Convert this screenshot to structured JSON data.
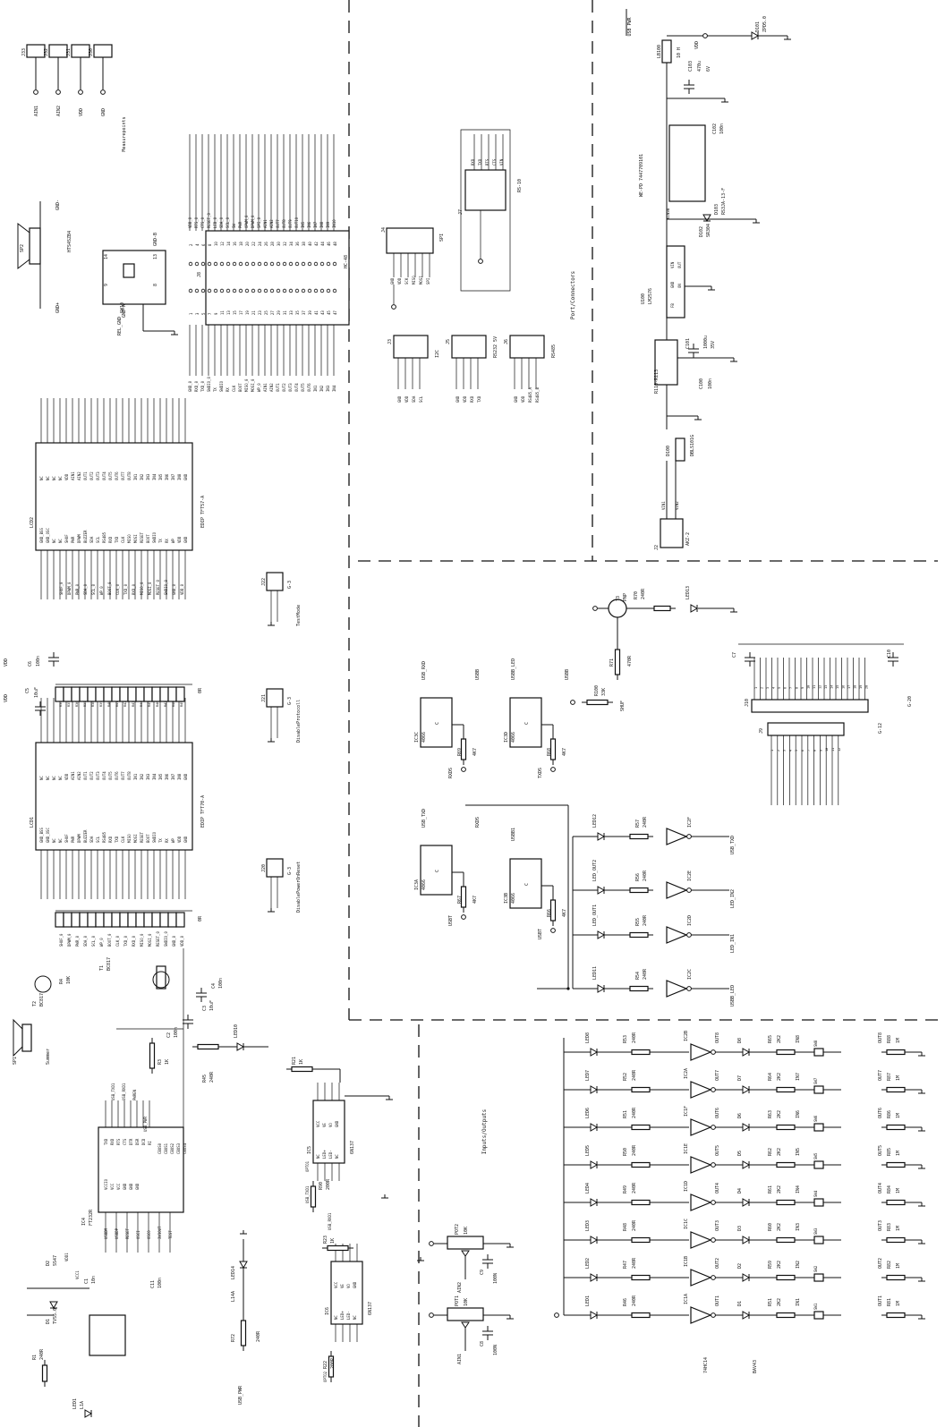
{
  "sheet": {
    "sections": {
      "port_connectors": "Port/Connectors",
      "inputs_outputs": "Inputs/Outputs",
      "measurepoints": "Measurepoints"
    },
    "measurepoints": {
      "refs": [
        "J33",
        "J32",
        "J31",
        "J30"
      ],
      "nets": [
        "AIN1",
        "AIN2",
        "VDD",
        "GND"
      ]
    },
    "speaker": {
      "ref": "SP2",
      "part": "HTS4SZB4"
    },
    "switch": {
      "ref": "SW10",
      "net": "REL_GND",
      "pins": [
        "14",
        "13",
        "9",
        "8"
      ],
      "labels": [
        "GND-A",
        "GND-B"
      ]
    },
    "headers": {
      "j8": {
        "ref": "J8",
        "part": "HC-48",
        "left_nets": [
          "GND_0",
          "RXD_0",
          "TXD_0",
          "SWDIO_0",
          "TX",
          "SWDIO",
          "RX",
          "CLK",
          "BOOT",
          "MISO_0",
          "MOSI_0",
          "WP_0",
          "AIN1",
          "AIN2",
          "OUT1",
          "OUT2",
          "OUT3",
          "OUT4",
          "OUT5",
          "OUT6",
          "IN1",
          "IN2",
          "IN3",
          "IN4"
        ],
        "right_nets": [
          "VDD_0",
          "RTS_0",
          "CTS_0",
          "RESET_0",
          "LED_0",
          "SDA_0",
          "SCL_0",
          "SW",
          "PWR",
          "OPWM_0",
          "DPWM_0",
          "SPI_0",
          "AIN1",
          "AIN2",
          "OUT7",
          "OUT8",
          "OUT9",
          "OUT10",
          "IN5",
          "IN6",
          "IN7",
          "IN8",
          "IN9",
          "IN10"
        ]
      },
      "j7": {
        "ref": "J7",
        "part": "RS-10",
        "nets": [
          "RXD",
          "TXD",
          "RTS",
          "CTS",
          "VIN"
        ]
      },
      "j4": {
        "ref": "J4",
        "part": "SPI",
        "nets": [
          "GND",
          "VDD",
          "SCK",
          "MISO",
          "MOSI",
          "SPI"
        ]
      },
      "j3": {
        "ref": "J3",
        "part": "I2C",
        "nets": [
          "GND",
          "VDD",
          "SDA",
          "SCL"
        ]
      },
      "j5": {
        "ref": "J5",
        "part": "RS232 5V",
        "nets": [
          "GND",
          "VDD",
          "RXD",
          "TXD"
        ]
      },
      "j6": {
        "ref": "J6",
        "part": "RS485",
        "nets": [
          "GND",
          "VDD",
          "RS485_A",
          "RS485_B"
        ]
      },
      "j22": {
        "ref": "J22",
        "part": "G-3",
        "label": "TestMode"
      },
      "j21": {
        "ref": "J21",
        "part": "G-3",
        "label": "DisableProtocoll"
      },
      "j20": {
        "ref": "J20",
        "part": "G-3",
        "label": "DisablePowerOnReset"
      },
      "j9": {
        "ref": "J9",
        "part": "G-12"
      },
      "j10": {
        "ref": "J10",
        "part": "G-20"
      }
    },
    "lcd": {
      "lcd2": {
        "ref": "LCD2",
        "part": "EDIP TFT57-A"
      },
      "lcd1": {
        "ref": "LCD1",
        "part": "EDIP TFT70-A"
      },
      "pins_left": [
        "NC",
        "NC",
        "NC",
        "NC",
        "VDD",
        "AIN1",
        "AIN2",
        "OUT1",
        "OUT2",
        "OUT3",
        "OUT4",
        "OUT5",
        "OUT6",
        "OUT7",
        "OUT8",
        "IN1",
        "IN2",
        "IN3",
        "IN4",
        "IN5",
        "IN6",
        "IN7",
        "IN8",
        "GND"
      ],
      "pins_right": [
        "GND_BSS",
        "GND_OSC",
        "NC",
        "NC",
        "SHUF",
        "PWR",
        "DPWM",
        "BUZZER",
        "SDA",
        "SCL",
        "RS485",
        "RXD",
        "TXD",
        "CLK",
        "MISO",
        "MOSI",
        "RESET",
        "BOOT",
        "SWDIO",
        "TX",
        "RX",
        "WP",
        "VDD",
        "GND"
      ],
      "nets_left": [
        "SHUF_0",
        "DPWM_0",
        "PWR_0",
        "SDA_0",
        "SCL_0",
        "WP_0",
        "BOOT_0",
        "CLK_0",
        "TXD_0",
        "RXD_0",
        "MISO_0",
        "MOSI_0",
        "RESET_0",
        "SWDIO_0",
        "GND_0",
        "VDD_0"
      ],
      "resistors": [
        "R34",
        "R35",
        "R36",
        "R37",
        "R38",
        "R39",
        "R40",
        "R41",
        "R42",
        "R43",
        "R44",
        "R45",
        "R46",
        "R47",
        "R48",
        "R49"
      ],
      "res_value": "0R"
    },
    "power": {
      "title": "USB PWR",
      "regulator": {
        "ref": "U100",
        "part": "LM2576",
        "pins": [
          "VIN",
          "OUT",
          "GND",
          "ON",
          "FB"
        ]
      },
      "inductor": {
        "ref": "LB100",
        "value": "10 H"
      },
      "diode_zener": {
        "ref": "D101",
        "part": "ZPD5.0"
      },
      "diode_schottky": {
        "ref": "D102",
        "part": "SR304"
      },
      "diode_d103": {
        "ref": "D103",
        "part": "RS3JA-13-F"
      },
      "bridge": {
        "ref": "D100",
        "part": "DBLS101G"
      },
      "choke": {
        "part": "WE-PD 7447709101"
      },
      "resistors": "R110-R113",
      "caps": [
        {
          "ref": "C103",
          "value": "470u",
          "v": "6V"
        },
        {
          "ref": "C102",
          "value": "100n"
        },
        {
          "ref": "C101",
          "value": "1000u",
          "v": "35V"
        },
        {
          "ref": "C100",
          "value": "100n"
        }
      ],
      "nets": [
        "VDD",
        "GND",
        "VOUT5V",
        "VIN",
        "VIN1",
        "VIN2",
        "VINSW",
        "GND"
      ],
      "connector": {
        "ref": "J2",
        "part": "AKZ-2"
      }
    },
    "ic3": {
      "ref": "IC3",
      "part": "4066",
      "units": [
        {
          "ref": "IC3C",
          "res": "R69",
          "value": "4K7",
          "nets": [
            "USB_RXD",
            "RXDS",
            "USBB"
          ]
        },
        {
          "ref": "IC3D",
          "res": "R68",
          "value": "4K7",
          "nets": [
            "USBB_LED",
            "TXDS",
            "USBB"
          ]
        },
        {
          "ref": "IC3A",
          "res": "R67",
          "value": "4K7",
          "nets": [
            "USB_TXD",
            "USBT",
            "RXDS"
          ]
        },
        {
          "ref": "IC3B",
          "res": "R66",
          "value": "4K7",
          "nets": [
            "USBB1",
            "USBT"
          ]
        }
      ]
    },
    "pnp": {
      "ref": "T3",
      "part": "PNP",
      "r_base": "R100",
      "r_base_val": "33K",
      "r_pull": "R71",
      "r_pull_val": "470R",
      "led": "LED13",
      "r_led": "R70",
      "r_led_val": "240R",
      "net": "SHUF"
    },
    "status_leds": [
      {
        "led": "LED12",
        "res": "R57",
        "value": "240R",
        "gate": "IC2F",
        "net": "USB_TXD"
      },
      {
        "led": "LED_OUT2",
        "res": "R56",
        "value": "240R",
        "gate": "IC2E",
        "net": "LED_IN2"
      },
      {
        "led": "LED_OUT1",
        "res": "R55",
        "value": "240R",
        "gate": "IC2D",
        "net": "LED_IN1"
      },
      {
        "led": "LED11",
        "res": "R54",
        "value": "240R",
        "gate": "IC2C",
        "net": "USBB_LED"
      }
    ],
    "usb": {
      "ic": {
        "ref": "IC4",
        "part": "FT232R"
      },
      "pins_left": [
        "VCCIO",
        "VCC",
        "VCC",
        "GND",
        "GND",
        "GND"
      ],
      "pins_right": [
        "TXD",
        "RXD",
        "RTS",
        "CTS",
        "DTR",
        "DSR",
        "DCD",
        "RI"
      ],
      "pins_bottom": [
        "USBDM",
        "USBDP",
        "RESET",
        "OSCI",
        "OSCO",
        "3V3OUT",
        "TEST"
      ],
      "pins_cbus": [
        "CBUS0",
        "CBUS1",
        "CBUS2",
        "CBUS3",
        "CBUS4"
      ],
      "nets": [
        "USB_TXD1",
        "USB_RXD1",
        "PWREN",
        "USB_PWR",
        "VDD1",
        "VCC1"
      ],
      "parts": [
        {
          "ref": "R1",
          "value": "240R"
        },
        {
          "ref": "LED1",
          "value": "L1A"
        },
        {
          "ref": "D1",
          "value": "TVS5.0"
        },
        {
          "ref": "D2",
          "value": "SS47"
        },
        {
          "ref": "C1",
          "value": "10n"
        },
        {
          "ref": "C11",
          "value": "100n"
        },
        {
          "ref": "C3",
          "value": "10uF"
        },
        {
          "ref": "C4",
          "value": "100n"
        },
        {
          "ref": "C2",
          "value": "100n"
        },
        {
          "ref": "R3",
          "value": "1K"
        },
        {
          "ref": "R4",
          "value": "10K"
        },
        {
          "ref": "R45",
          "value": "240R"
        },
        {
          "ref": "T1",
          "value": "BC817"
        },
        {
          "ref": "T2",
          "value": "BC817"
        }
      ],
      "buzzer": {
        "ref": "SP1",
        "label": "Summer"
      },
      "led10": "LED10"
    },
    "opto": {
      "ic5": {
        "ref": "IC5",
        "part": "6N137",
        "pins": [
          "VCC",
          "VE",
          "VO",
          "GND",
          "NC",
          "LED+",
          "LED-",
          "NC"
        ]
      },
      "ic6": {
        "ref": "IC6",
        "part": "6N137",
        "pins": [
          "VCC",
          "VE",
          "VO",
          "GND",
          "NC",
          "LED+",
          "LED-",
          "NC"
        ]
      },
      "parts": [
        {
          "ref": "R21",
          "value": "1K"
        },
        {
          "ref": "R90",
          "value": "200R"
        },
        {
          "ref": "R23",
          "value": "1K"
        },
        {
          "ref": "R22",
          "value": "200R"
        }
      ],
      "nets": [
        "USB_TXD1",
        "USB_RXD1",
        "OPTO1",
        "OPTO2"
      ]
    },
    "led14": {
      "ref": "LED14",
      "value": "L14A",
      "res": "R72",
      "res_val": "240R",
      "net": "USB_PWR"
    },
    "pots": [
      {
        "ref": "POT2",
        "value": "10K",
        "cap": "C9",
        "cap_val": "100N",
        "net": "AIN2"
      },
      {
        "ref": "POT1",
        "value": "10K",
        "cap": "C8",
        "cap_val": "100N",
        "net": "AIN1"
      }
    ],
    "io_channels": [
      {
        "led": "LED1",
        "res": "R46",
        "res_val": "240R",
        "gate": "IC1A",
        "diode": "D1",
        "r_in": "R51",
        "in_val": "2K2",
        "sw": "SW1",
        "out": "OUT1",
        "r_out": "R81",
        "out_val": "1M",
        "in": "IN1"
      },
      {
        "led": "LED2",
        "res": "R47",
        "res_val": "240R",
        "gate": "IC1B",
        "diode": "D2",
        "r_in": "R59",
        "in_val": "2K2",
        "sw": "SW2",
        "out": "OUT2",
        "r_out": "R82",
        "out_val": "1M",
        "in": "IN2"
      },
      {
        "led": "LED3",
        "res": "R48",
        "res_val": "240R",
        "gate": "IC1C",
        "diode": "D3",
        "r_in": "R60",
        "in_val": "2K2",
        "sw": "SW3",
        "out": "OUT3",
        "r_out": "R83",
        "out_val": "1M",
        "in": "IN3"
      },
      {
        "led": "LED4",
        "res": "R49",
        "res_val": "240R",
        "gate": "IC1D",
        "diode": "D4",
        "r_in": "R61",
        "in_val": "2K2",
        "sw": "SW4",
        "out": "OUT4",
        "r_out": "R84",
        "out_val": "1M",
        "in": "IN4"
      },
      {
        "led": "LED5",
        "res": "R50",
        "res_val": "240R",
        "gate": "IC1E",
        "diode": "D5",
        "r_in": "R62",
        "in_val": "2K2",
        "sw": "SW5",
        "out": "OUT5",
        "r_out": "R85",
        "out_val": "1M",
        "in": "IN5"
      },
      {
        "led": "LED6",
        "res": "R51",
        "res_val": "240R",
        "gate": "IC1F",
        "diode": "D6",
        "r_in": "R63",
        "in_val": "2K2",
        "sw": "SW6",
        "out": "OUT6",
        "r_out": "R86",
        "out_val": "1M",
        "in": "IN6"
      },
      {
        "led": "LED7",
        "res": "R52",
        "res_val": "240R",
        "gate": "IC2A",
        "diode": "D7",
        "r_in": "R64",
        "in_val": "2K2",
        "sw": "SW7",
        "out": "OUT7",
        "r_out": "R87",
        "out_val": "1M",
        "in": "IN7"
      },
      {
        "led": "LED8",
        "res": "R53",
        "res_val": "240R",
        "gate": "IC2B",
        "diode": "D8",
        "r_in": "R65",
        "in_val": "2K2",
        "sw": "SW8",
        "out": "OUT8",
        "r_out": "R88",
        "out_val": "1M",
        "in": "IN8"
      }
    ],
    "io_gate_part": "74HC14",
    "io_diode_part": "BAV43"
  }
}
